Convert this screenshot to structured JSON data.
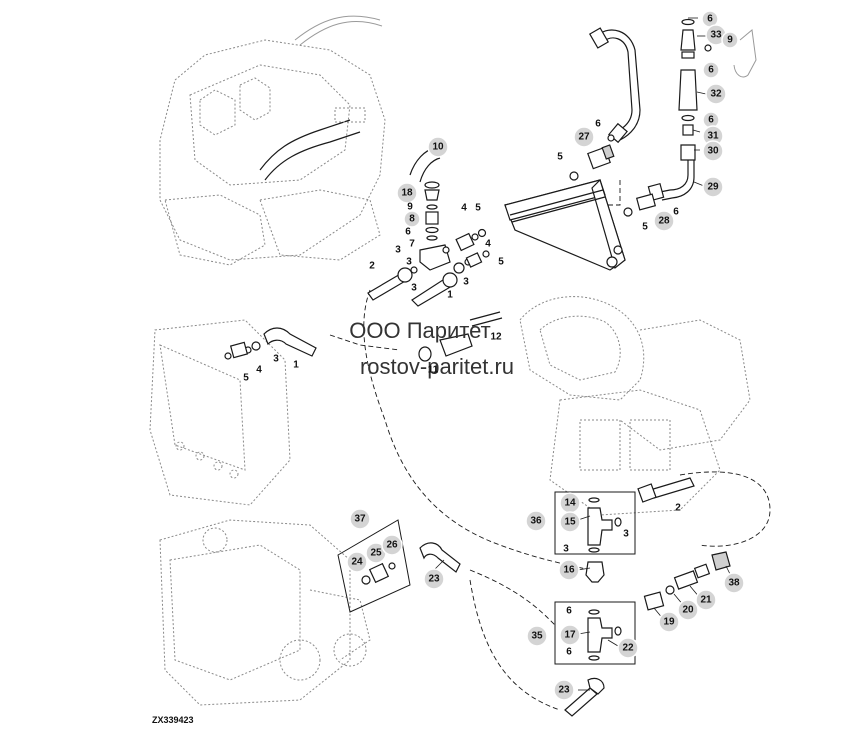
{
  "figure_id": "ZX339423",
  "watermark": {
    "line1": "ООО Паритет",
    "line2": "rostov-paritet.ru"
  },
  "callouts": [
    {
      "id": "c6a",
      "label": "6"
    },
    {
      "id": "c33",
      "label": "33"
    },
    {
      "id": "c9a",
      "label": "9"
    },
    {
      "id": "c6b",
      "label": "6"
    },
    {
      "id": "c32",
      "label": "32"
    },
    {
      "id": "c6c",
      "label": "6"
    },
    {
      "id": "c31",
      "label": "31"
    },
    {
      "id": "c30",
      "label": "30"
    },
    {
      "id": "c29",
      "label": "29"
    },
    {
      "id": "c28",
      "label": "28"
    },
    {
      "id": "c27",
      "label": "27"
    },
    {
      "id": "c10",
      "label": "10"
    },
    {
      "id": "c18",
      "label": "18"
    },
    {
      "id": "c8",
      "label": "8"
    },
    {
      "id": "c14",
      "label": "14"
    },
    {
      "id": "c15",
      "label": "15"
    },
    {
      "id": "c36",
      "label": "36"
    },
    {
      "id": "c16",
      "label": "16"
    },
    {
      "id": "c17",
      "label": "17"
    },
    {
      "id": "c35",
      "label": "35"
    },
    {
      "id": "c22",
      "label": "22"
    },
    {
      "id": "c37",
      "label": "37"
    },
    {
      "id": "c24",
      "label": "24"
    },
    {
      "id": "c25",
      "label": "25"
    },
    {
      "id": "c26",
      "label": "26"
    },
    {
      "id": "c23a",
      "label": "23"
    },
    {
      "id": "c23b",
      "label": "23"
    },
    {
      "id": "c19",
      "label": "19"
    },
    {
      "id": "c20",
      "label": "20"
    },
    {
      "id": "c21",
      "label": "21"
    },
    {
      "id": "c38",
      "label": "38"
    }
  ],
  "labels": [
    {
      "id": "t6a",
      "label": "6"
    },
    {
      "id": "t5a",
      "label": "5"
    },
    {
      "id": "t6d",
      "label": "6"
    },
    {
      "id": "t5b",
      "label": "5"
    },
    {
      "id": "t9b",
      "label": "9"
    },
    {
      "id": "t6e",
      "label": "6"
    },
    {
      "id": "t7",
      "label": "7"
    },
    {
      "id": "t3a",
      "label": "3"
    },
    {
      "id": "t3b",
      "label": "3"
    },
    {
      "id": "t4a",
      "label": "4"
    },
    {
      "id": "t5c",
      "label": "5"
    },
    {
      "id": "t4b",
      "label": "4"
    },
    {
      "id": "t5d",
      "label": "5"
    },
    {
      "id": "t2a",
      "label": "2"
    },
    {
      "id": "t3c",
      "label": "3"
    },
    {
      "id": "t1a",
      "label": "1"
    },
    {
      "id": "t3d",
      "label": "3"
    },
    {
      "id": "t5e",
      "label": "5"
    },
    {
      "id": "t4c",
      "label": "4"
    },
    {
      "id": "t3e",
      "label": "3"
    },
    {
      "id": "t1b",
      "label": "1"
    },
    {
      "id": "t11",
      "label": "11"
    },
    {
      "id": "t12",
      "label": "12"
    },
    {
      "id": "t2b",
      "label": "2"
    },
    {
      "id": "t3f",
      "label": "3"
    },
    {
      "id": "t3g",
      "label": "3"
    },
    {
      "id": "t6f",
      "label": "6"
    },
    {
      "id": "t6g",
      "label": "6"
    }
  ]
}
